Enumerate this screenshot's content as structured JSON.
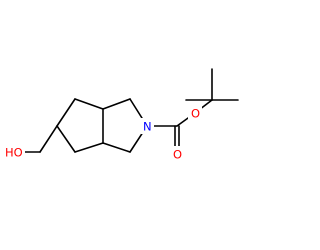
{
  "molecule": {
    "atoms": {
      "oxygen_hydroxyl": {
        "label": "HO",
        "color": "#ff0000"
      },
      "nitrogen": {
        "label": "N",
        "color": "#0000ff"
      },
      "oxygen_carbonyl": {
        "label": "O",
        "color": "#ff0000"
      },
      "oxygen_ester": {
        "label": "O",
        "color": "#ff0000"
      }
    },
    "bond_color": "#000000"
  }
}
